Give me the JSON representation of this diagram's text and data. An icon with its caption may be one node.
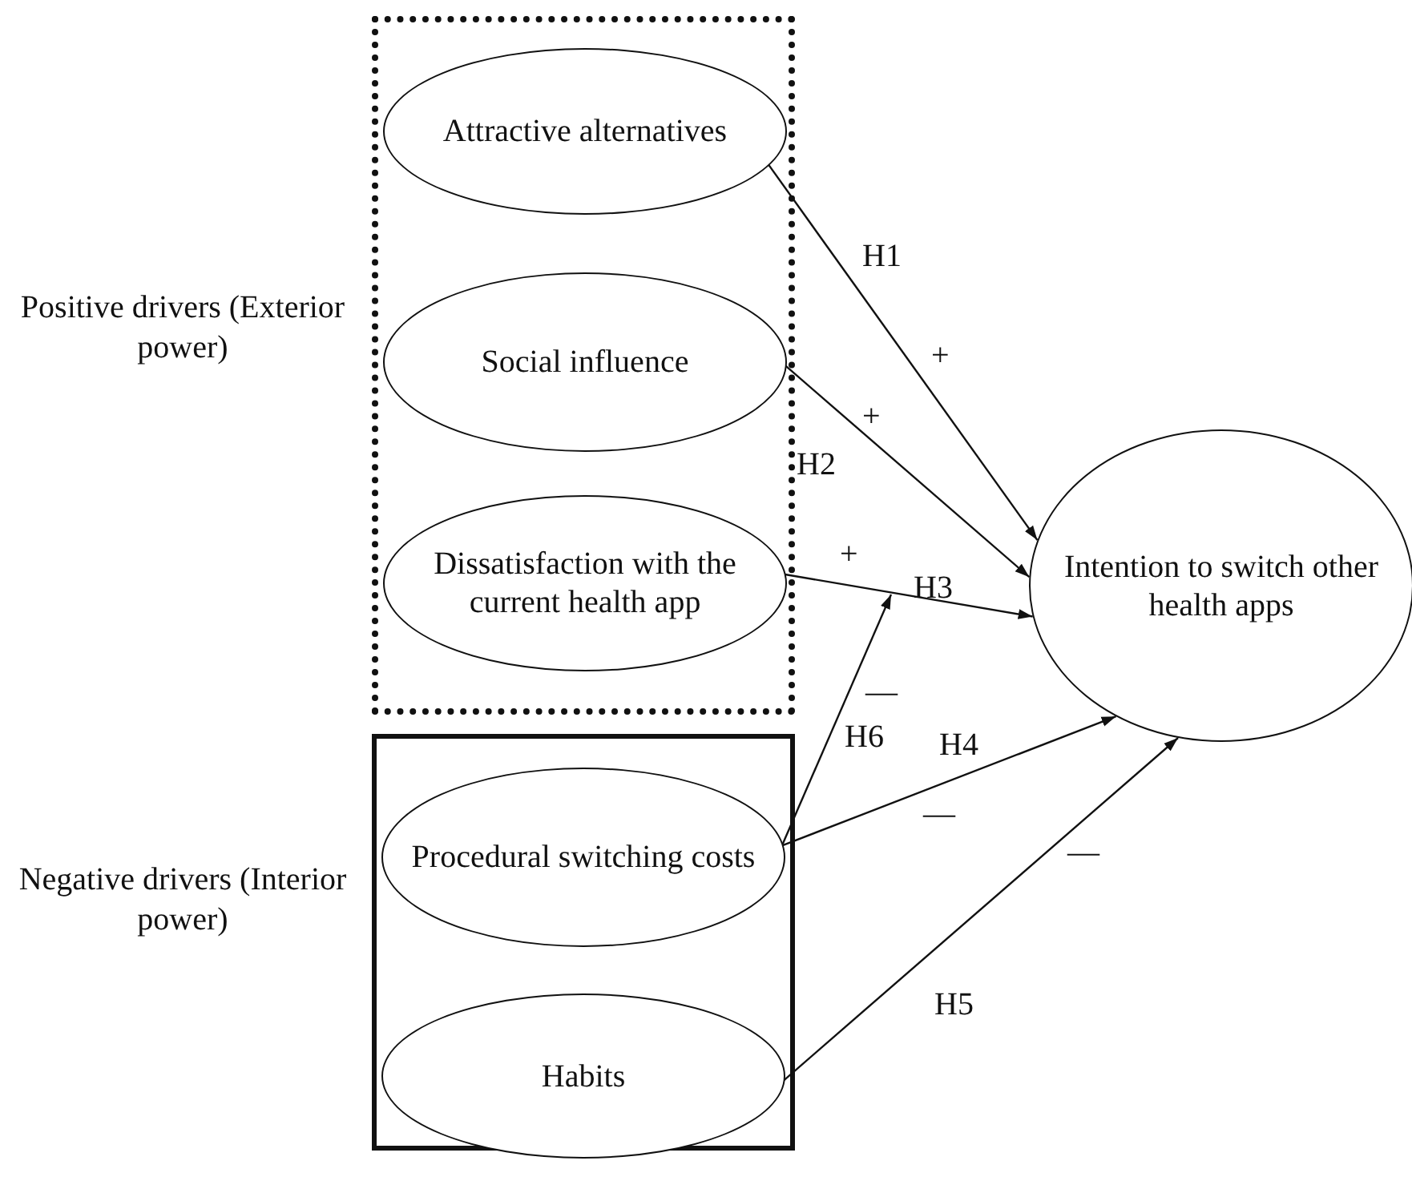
{
  "diagram": {
    "nodes": [
      {
        "text": [],
        "shape": "box",
        "beside": [
          "Positive drivers (Exterior power)"
        ]
      },
      {
        "text": [
          "Attractive alternatives"
        ],
        "in": 0
      },
      {
        "text": [
          "Social influence"
        ],
        "in": 0
      },
      {
        "text": [
          "Dissatisfaction with the current health app"
        ],
        "in": 0
      },
      {
        "text": [],
        "shape": "box",
        "beside": [
          "Negative drivers (Interior power)"
        ]
      },
      {
        "text": [
          "Procedural switching costs"
        ],
        "in": 4
      },
      {
        "text": [
          "Habits"
        ],
        "in": 4
      },
      {
        "text": [
          "Intention to switch other health apps"
        ]
      }
    ],
    "edges": [
      {
        "from": 1,
        "to": 7,
        "arrow": "to",
        "label": "H1"
      },
      {
        "from": 2,
        "to": 7,
        "arrow": "to",
        "label": "H2"
      },
      {
        "from": 3,
        "to": 7,
        "arrow": "to",
        "label": "H3"
      },
      {
        "from": 5,
        "to": null,
        "arrow": "to",
        "label": "H6"
      },
      {
        "from": 5,
        "to": 7,
        "arrow": "to",
        "label": "H4"
      },
      {
        "from": 6,
        "to": 7,
        "arrow": "to",
        "label": "H5"
      }
    ],
    "labels": [
      "+",
      "+",
      "+",
      "—",
      "—",
      "—"
    ]
  }
}
